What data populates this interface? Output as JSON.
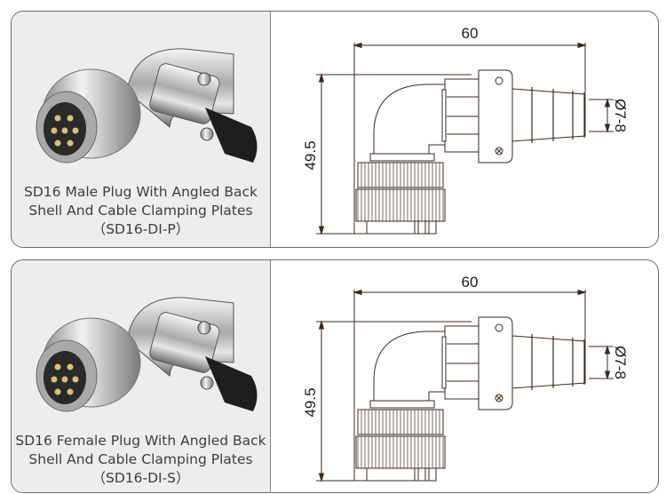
{
  "products": [
    {
      "caption_line1": "SD16 Male Plug With Angled Back",
      "caption_line2": "Shell And Cable Clamping Plates",
      "model": "（SD16-DI-P）",
      "dimensions": {
        "width": "60",
        "height": "49.5",
        "cable_diameter": "Ø7-8"
      }
    },
    {
      "caption_line1": "SD16 Female Plug With Angled Back",
      "caption_line2": "Shell And Cable Clamping Plates",
      "model": "（SD16-DI-S）",
      "dimensions": {
        "width": "60",
        "height": "49.5",
        "cable_diameter": "Ø7-8"
      }
    }
  ],
  "colors": {
    "line": "#3a2a1e",
    "panel": "#efedec",
    "border": "#6a6a6a"
  }
}
